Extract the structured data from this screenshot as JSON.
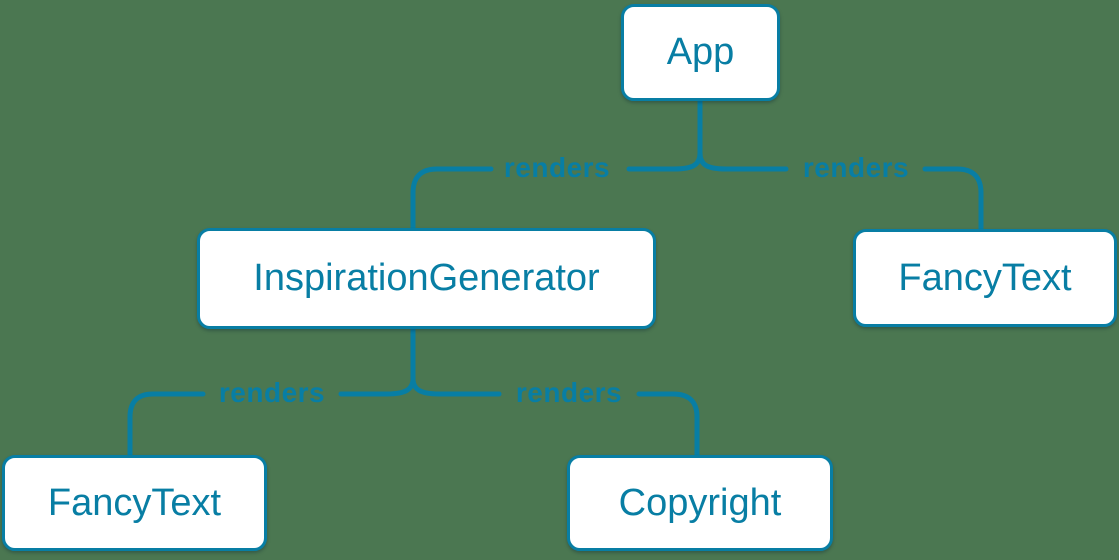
{
  "diagram": {
    "colors": {
      "background": "#4b7751",
      "accent": "#087ea4",
      "node_fill": "#ffffff"
    },
    "nodes": [
      {
        "id": "app",
        "label": "App"
      },
      {
        "id": "inspiration-generator",
        "label": "InspirationGenerator"
      },
      {
        "id": "fancy-text-top",
        "label": "FancyText"
      },
      {
        "id": "fancy-text-bottom",
        "label": "FancyText"
      },
      {
        "id": "copyright",
        "label": "Copyright"
      }
    ],
    "edges": [
      {
        "from": "App",
        "to": "InspirationGenerator",
        "label": "renders"
      },
      {
        "from": "App",
        "to": "FancyText",
        "label": "renders"
      },
      {
        "from": "InspirationGenerator",
        "to": "FancyText",
        "label": "renders"
      },
      {
        "from": "InspirationGenerator",
        "to": "Copyright",
        "label": "renders"
      }
    ]
  }
}
